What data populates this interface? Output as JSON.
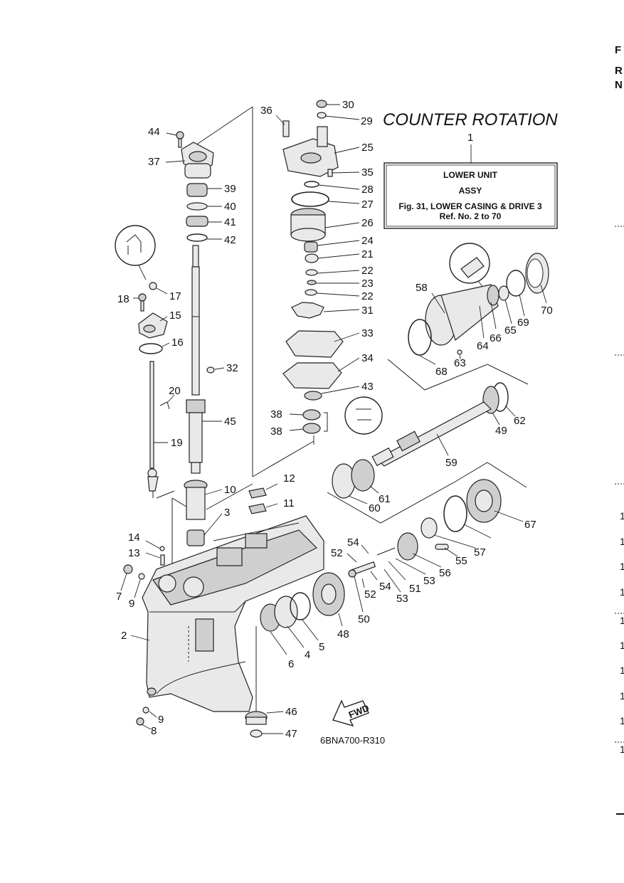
{
  "edge_letters": [
    "F",
    "R",
    "N"
  ],
  "edge_numbers": [
    "1",
    "1",
    "1",
    "1",
    "1",
    "1",
    "1",
    "1",
    "1",
    "1"
  ],
  "title": "COUNTER  ROTATION",
  "ref_box": {
    "number": "1",
    "line1": "LOWER UNIT",
    "line2": "ASSY",
    "line3": "Fig. 31, LOWER CASING & DRIVE 3",
    "line4": "Ref. No. 2 to 70"
  },
  "figure_code": "6BNA700-R310",
  "fwd_label": "FWD",
  "callouts": [
    "30",
    "29",
    "36",
    "25",
    "44",
    "37",
    "35",
    "28",
    "27",
    "39",
    "40",
    "26",
    "41",
    "42",
    "24",
    "21",
    "22",
    "23",
    "22",
    "17",
    "18",
    "15",
    "31",
    "33",
    "16",
    "34",
    "32",
    "20",
    "43",
    "38",
    "38",
    "45",
    "19",
    "12",
    "10",
    "11",
    "3",
    "14",
    "13",
    "7",
    "9",
    "2",
    "6",
    "4",
    "5",
    "48",
    "54",
    "52",
    "54",
    "52",
    "53",
    "51",
    "53",
    "56",
    "55",
    "57",
    "50",
    "46",
    "9",
    "8",
    "47",
    "58",
    "70",
    "69",
    "65",
    "64",
    "66",
    "68",
    "63",
    "62",
    "49",
    "59",
    "61",
    "60",
    "67"
  ]
}
